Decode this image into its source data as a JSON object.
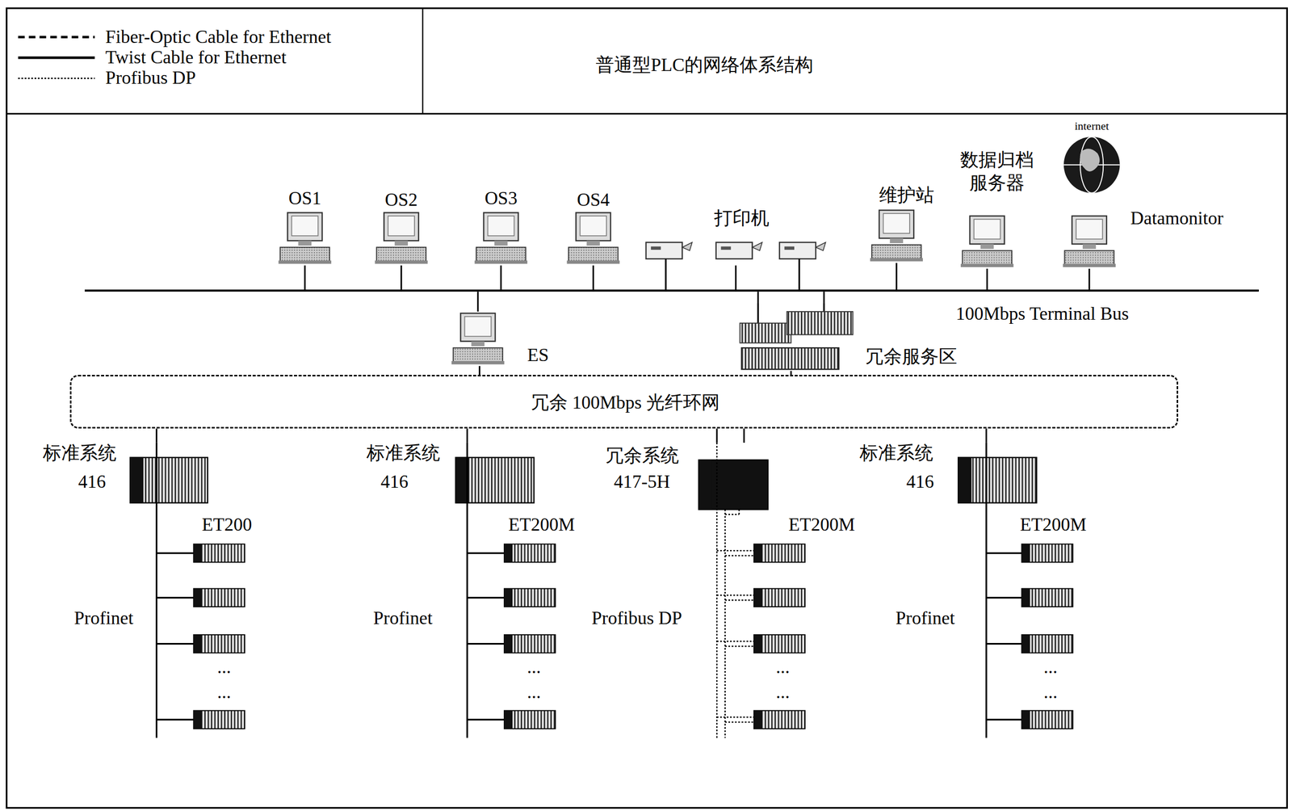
{
  "diagram": {
    "title": "普通型PLC的网络体系结构",
    "nodes": [
      {
        "text": [
          "OS1"
        ]
      },
      {
        "text": [
          "OS2"
        ]
      },
      {
        "text": [
          "OS3"
        ]
      },
      {
        "text": [
          "OS4"
        ]
      },
      {
        "text": [
          "打印机"
        ]
      },
      {
        "text": [
          "维护站"
        ]
      },
      {
        "text": [
          "数据归档 服务器"
        ]
      },
      {
        "text": [
          "internet"
        ]
      },
      {
        "text": [
          "Datamonitor"
        ]
      },
      {
        "text": [
          "100Mbps Terminal Bus"
        ]
      },
      {
        "text": [
          "ES"
        ]
      },
      {
        "text": [
          "冗余服务区"
        ]
      },
      {
        "text": [
          "冗余 100Mbps 光纤环网"
        ]
      },
      {
        "text": [
          "标准系统",
          "416"
        ]
      },
      {
        "text": [
          "标准系统",
          "416"
        ]
      },
      {
        "text": [
          "冗余系统",
          "417-5H"
        ]
      },
      {
        "text": [
          "标准系统",
          "416"
        ]
      }
    ],
    "edges": [
      {
        "from": 0,
        "to": 9,
        "arrow": "none"
      },
      {
        "from": 1,
        "to": 9,
        "arrow": "none"
      },
      {
        "from": 2,
        "to": 9,
        "arrow": "none"
      },
      {
        "from": 3,
        "to": 9,
        "arrow": "none"
      },
      {
        "from": 4,
        "to": 9,
        "arrow": "none"
      },
      {
        "from": 5,
        "to": 9,
        "arrow": "none"
      },
      {
        "from": 6,
        "to": 9,
        "arrow": "none"
      },
      {
        "from": 8,
        "to": 9,
        "arrow": "none"
      },
      {
        "from": 9,
        "to": 10,
        "arrow": "none"
      },
      {
        "from": 9,
        "to": 11,
        "arrow": "none"
      },
      {
        "from": 9,
        "to": 11,
        "arrow": "none"
      },
      {
        "from": 10,
        "to": 12,
        "arrow": "none"
      },
      {
        "from": 11,
        "to": 12,
        "arrow": "none"
      },
      {
        "from": 12,
        "to": 13,
        "arrow": "none"
      },
      {
        "from": 12,
        "to": 14,
        "arrow": "none"
      },
      {
        "from": 12,
        "to": 15,
        "arrow": "none"
      },
      {
        "from": 12,
        "to": 15,
        "arrow": "none"
      },
      {
        "from": 12,
        "to": 16,
        "arrow": "none"
      }
    ],
    "labels": [
      "ET200",
      "...",
      "...",
      "Profinet",
      "ET200M",
      "...",
      "...",
      "Profinet",
      "ET200M",
      "...",
      "...",
      "Profibus DP",
      "ET200M",
      "...",
      "...",
      "Profinet"
    ],
    "legend": [
      {
        "text": "Fiber-Optic Cable for Ethernet"
      },
      {
        "text": "Twist Cable for Ethernet"
      },
      {
        "text": "Profibus DP"
      }
    ]
  }
}
